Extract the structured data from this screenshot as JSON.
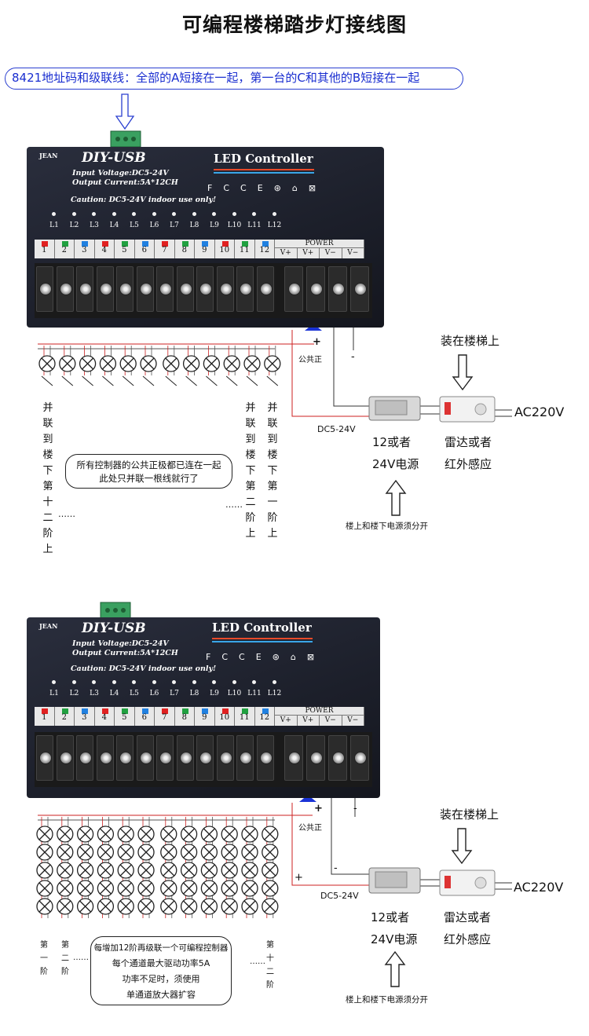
{
  "title": "可编程楼梯踏步灯接线图",
  "cascade_note": "8421地址码和级联线：全部的A短接在一起，第一台的C和其他的B短接在一起",
  "controller": {
    "brand": "JEAN",
    "model": "DIY-USB",
    "product": "LED Controller",
    "input_voltage": "Input Voltage:DC5-24V",
    "output_current": "Output Current:5A*12CH",
    "caution": "Caution: DC5-24V indoor use only!",
    "cert_marks": [
      "FC",
      "CE",
      "⊛",
      "⌂",
      "⊠"
    ],
    "led_labels": [
      "L1",
      "L2",
      "L3",
      "L4",
      "L5",
      "L6",
      "L7",
      "L8",
      "L9",
      "L10",
      "L11",
      "L12"
    ],
    "channels": [
      "1",
      "2",
      "3",
      "4",
      "5",
      "6",
      "7",
      "8",
      "9",
      "10",
      "11",
      "12"
    ],
    "channel_colors": [
      "#e02020",
      "#20a040",
      "#2080e0",
      "#e02020",
      "#20a040",
      "#2080e0",
      "#e02020",
      "#20a040",
      "#2080e0",
      "#e02020",
      "#20a040",
      "#2080e0"
    ],
    "power_title": "POWER",
    "power_terms": [
      "V+",
      "V+",
      "V−",
      "V−"
    ]
  },
  "common_positive": "公共正",
  "plus": "+",
  "minus": "-",
  "psu_voltage": "DC5-24V",
  "psu_desc": [
    "12或者",
    "24V电源"
  ],
  "sensor_desc": [
    "雷达或者",
    "红外感应"
  ],
  "mount_note": "装在楼梯上",
  "ac": "AC220V",
  "separate_power": "楼上和楼下电源须分开",
  "top": {
    "parallel_12": "并联到楼下第十二阶上",
    "parallel_2": "并联到楼下第二阶上",
    "parallel_1": "并联到楼下第一阶上",
    "common_box": [
      "所有控制器的公共正极都已连在一起",
      "此处只并联一根线就行了"
    ],
    "ellipsis_1": "……",
    "ellipsis_2": "……"
  },
  "bottom": {
    "step_1": "第一阶",
    "step_2": "第二阶",
    "step_12": "第十二阶",
    "info_box": [
      "每增加12阶再级联一个可编程控制器",
      "每个通道最大驱动功率5A",
      "功率不足时，须使用",
      "单通道放大器扩容"
    ],
    "ellipsis_1": "……",
    "ellipsis_2": "……"
  }
}
